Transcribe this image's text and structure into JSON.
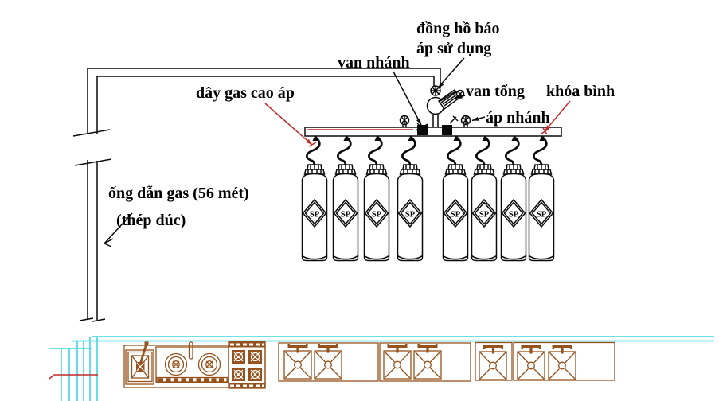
{
  "diagram": {
    "labels": {
      "gauge": "đồng hồ báo\náp sử dụng",
      "branch_valve": "van nhánh",
      "main_valve": "van tổng",
      "cylinder_lock": "khóa bình",
      "branch_pressure": "áp nhánh",
      "high_pressure_hose": "dây gas cao áp",
      "gas_pipe": "ống dẫn gas (56 mét)",
      "pipe_material": "(thép đúc)"
    },
    "cylinder_label": "SP",
    "cylinder_count": 8,
    "colors": {
      "ink": "#0a0a0a",
      "red": "#c42a2a",
      "brown": "#96511c",
      "cyan": "#55dbe6"
    }
  }
}
